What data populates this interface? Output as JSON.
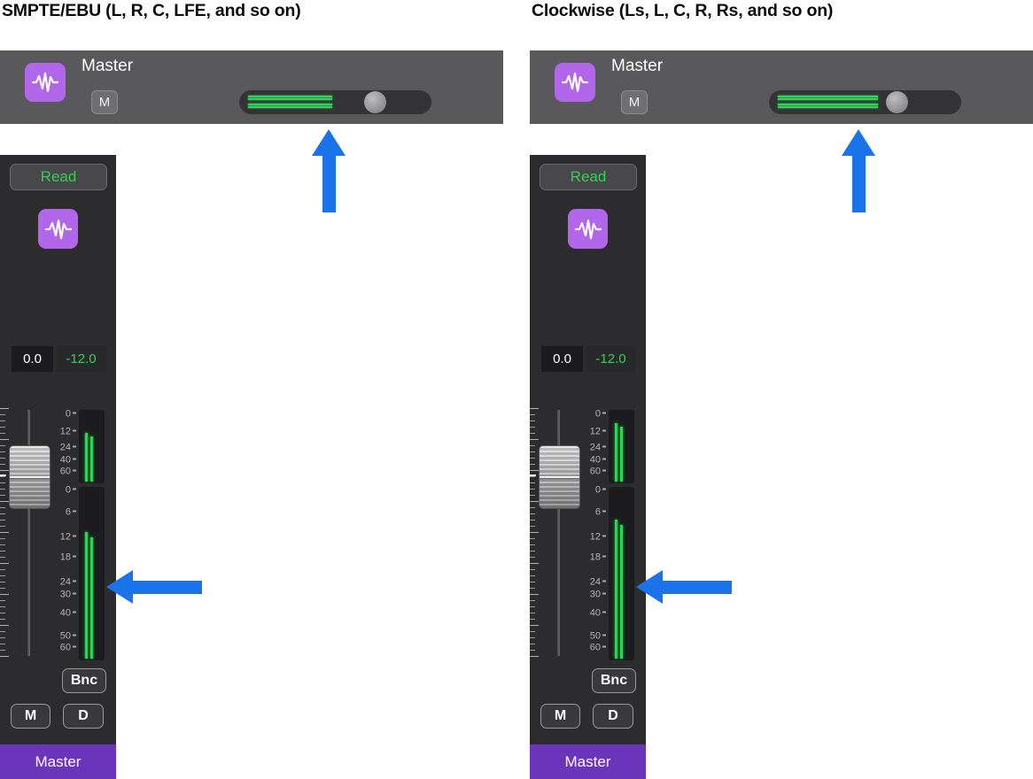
{
  "panels": [
    {
      "title": "SMPTE/EBU (L, R, C, LFE, and so on)",
      "header": {
        "track_name": "Master",
        "mute_label": "M",
        "meter_line_pct": 44,
        "knob_left_pct": 65
      },
      "strip": {
        "read_label": "Read",
        "gain_value": "0.0",
        "peak_value": "-12.0",
        "top_scale": [
          "0",
          "12",
          "24",
          "40",
          "60"
        ],
        "main_scale": [
          "0",
          "6",
          "12",
          "18",
          "24",
          "30",
          "40",
          "50",
          "60"
        ],
        "top_meter_bars": [
          66,
          61
        ],
        "main_meter_bars": [
          73,
          70
        ],
        "bounce_label": "Bnc",
        "mute_label": "M",
        "dim_label": "D",
        "track_name": "Master"
      }
    },
    {
      "title": "Clockwise (Ls, L, C, R, Rs, and so on)",
      "header": {
        "track_name": "Master",
        "mute_label": "M",
        "meter_line_pct": 52,
        "knob_left_pct": 61
      },
      "strip": {
        "read_label": "Read",
        "gain_value": "0.0",
        "peak_value": "-12.0",
        "top_scale": [
          "0",
          "12",
          "24",
          "40",
          "60"
        ],
        "main_scale": [
          "0",
          "6",
          "12",
          "18",
          "24",
          "30",
          "40",
          "50",
          "60"
        ],
        "top_meter_bars": [
          79,
          75
        ],
        "main_meter_bars": [
          80,
          77
        ],
        "bounce_label": "Bnc",
        "mute_label": "M",
        "dim_label": "D",
        "track_name": "Master"
      }
    }
  ],
  "colors": {
    "arrow-blue": "#1a73e8",
    "meter-green": "#31d158",
    "icon-purple": "#b266ea",
    "master-purple": "#6a35bb",
    "header-gray": "#59595b",
    "strip-gray": "#2c2c2e"
  }
}
